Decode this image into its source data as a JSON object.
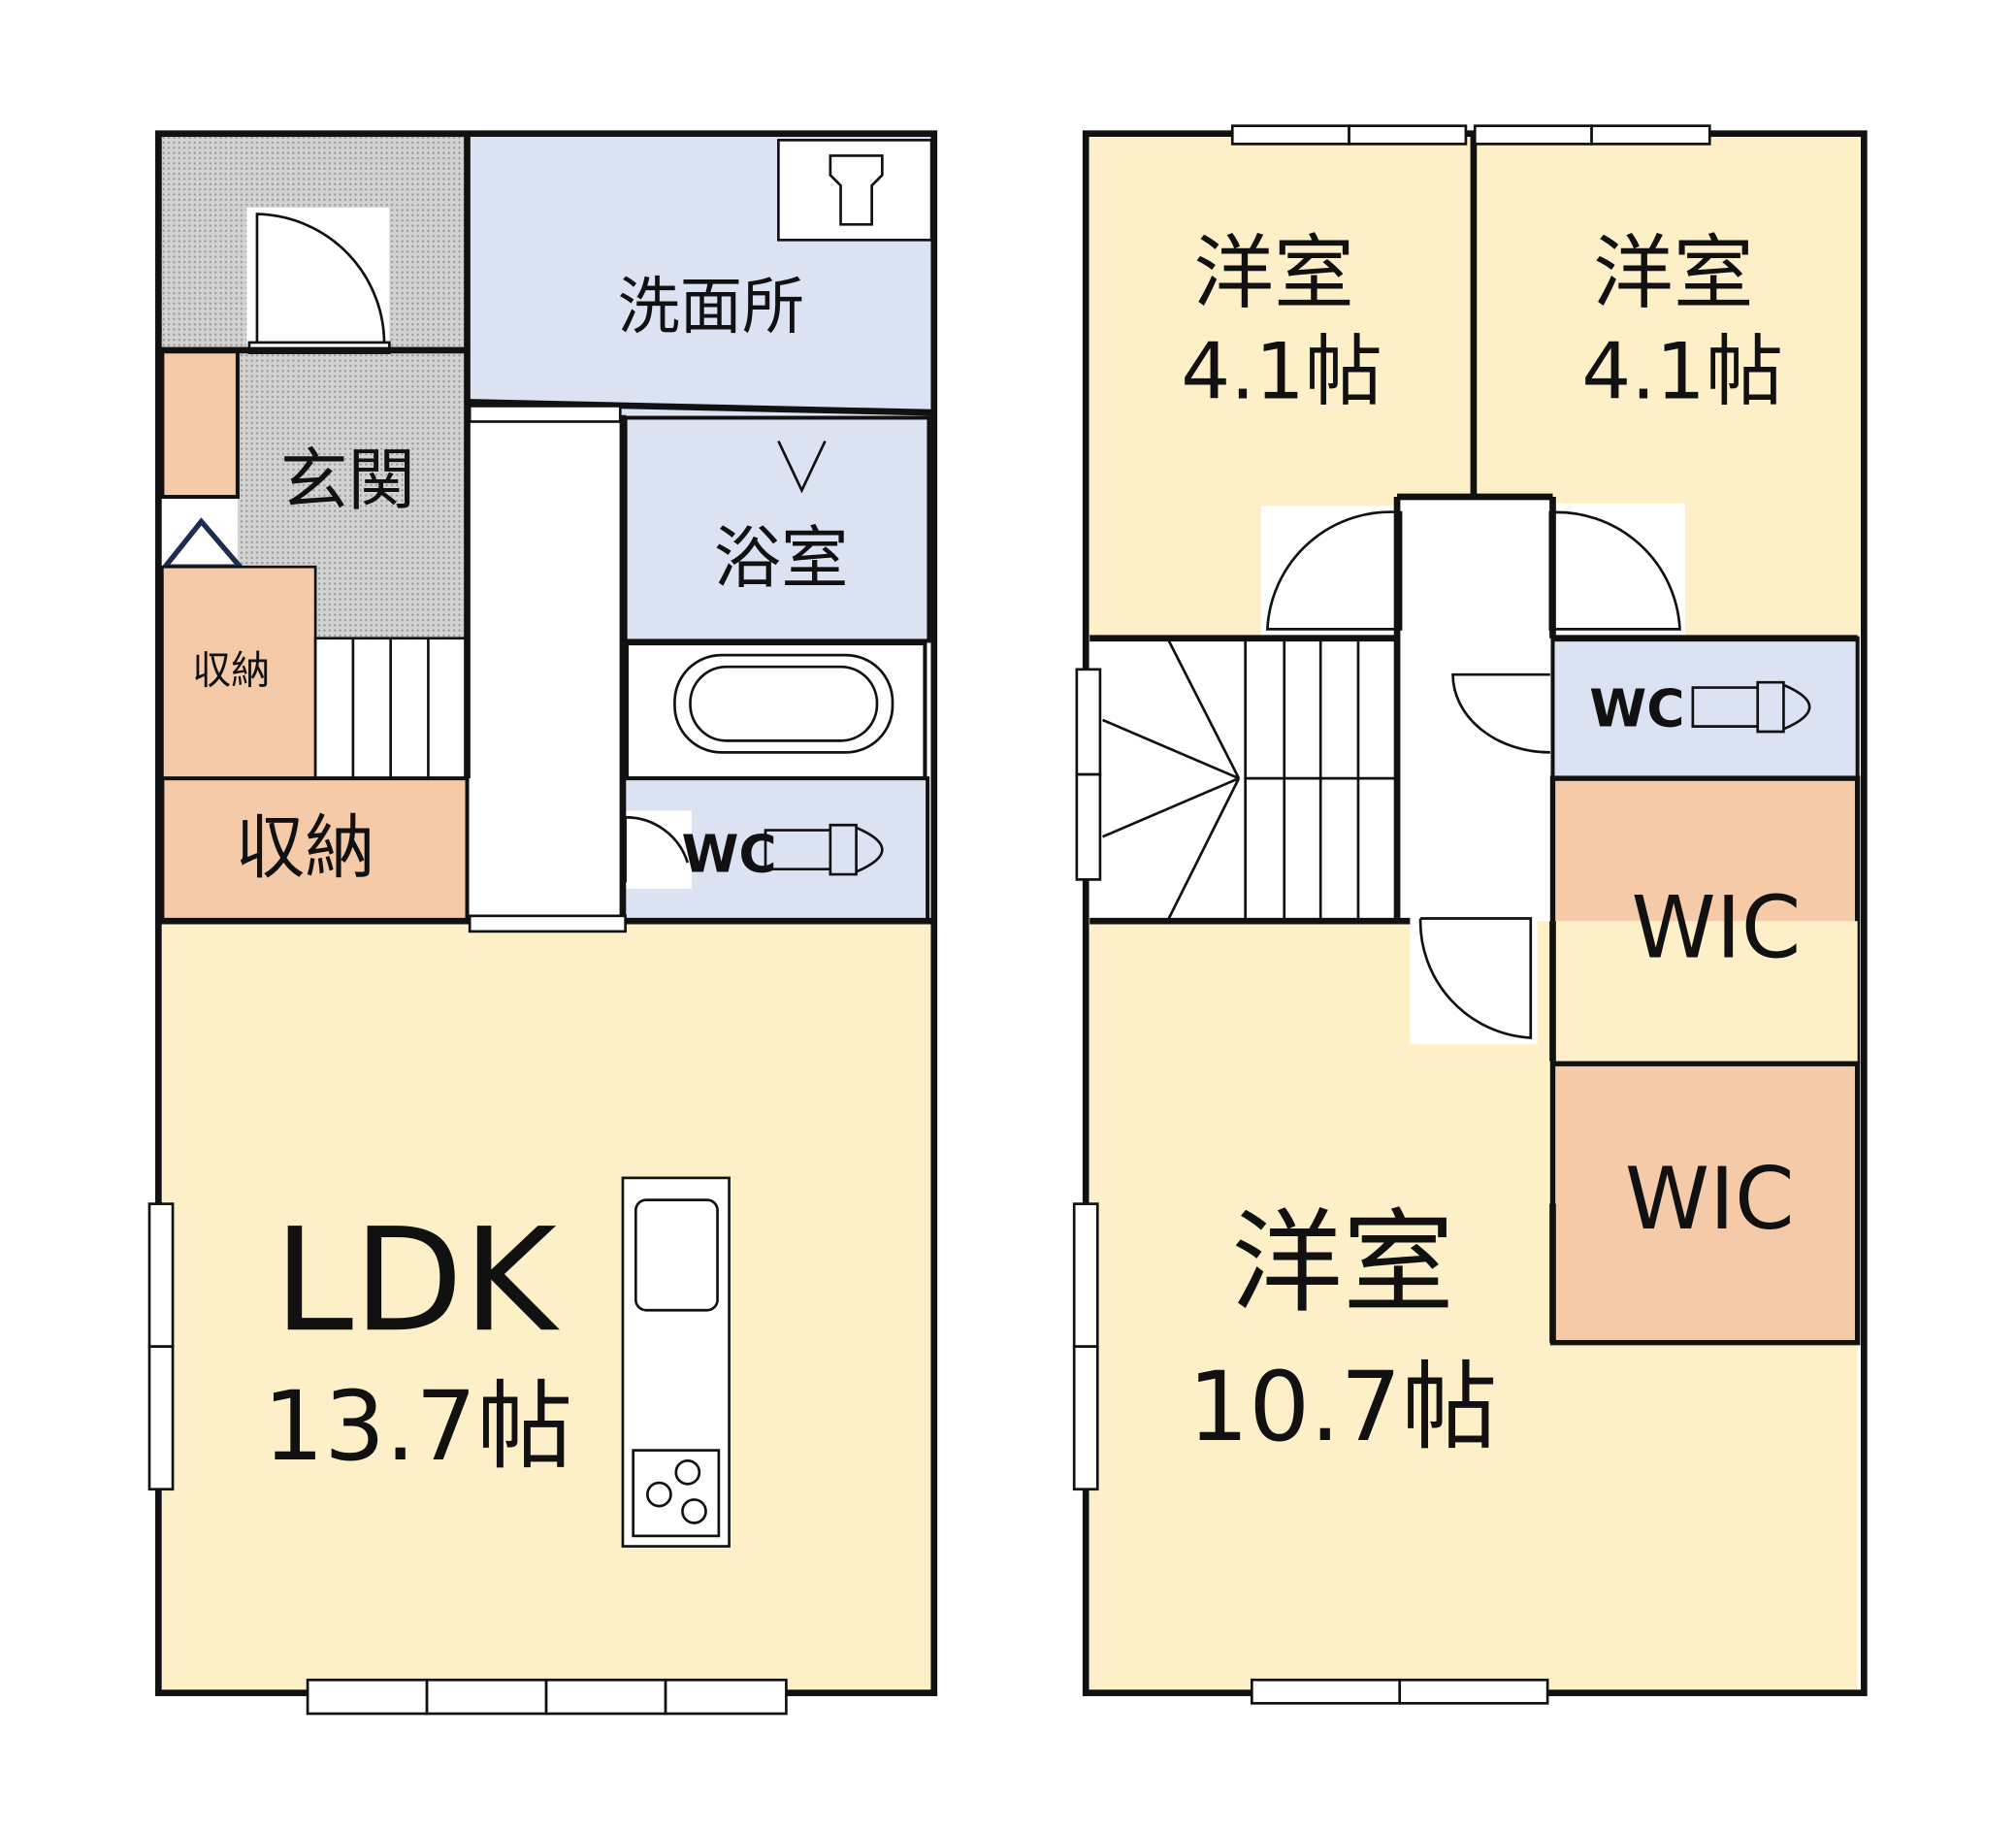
{
  "floor1": {
    "rooms": {
      "washroom": "洗面所",
      "entrance": "玄関",
      "bathroom": "浴室",
      "storage_small": "収納",
      "storage": "収納",
      "toilet": "WC",
      "ldk": "LDK",
      "ldk_size": "13.7帖"
    }
  },
  "floor2": {
    "rooms": {
      "west_room_left": "洋室",
      "west_room_left_size": "4.1帖",
      "west_room_right": "洋室",
      "west_room_right_size": "4.1帖",
      "toilet": "WC",
      "wic_1": "WIC",
      "wic_2": "WIC",
      "west_room_main": "洋室",
      "west_room_main_size": "10.7帖"
    }
  },
  "colors": {
    "living": "#fdf0c9",
    "wet": "#dbe3f2",
    "storage": "#f5caa9",
    "entrance": "#c9c9c9",
    "wall": "#111111"
  }
}
